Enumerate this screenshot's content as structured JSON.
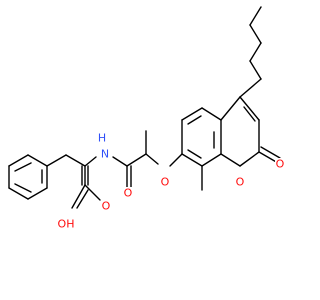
{
  "molecule": {
    "atoms": [
      {
        "id": "H_amide",
        "symbol": "H",
        "color": "#3050f8"
      },
      {
        "id": "N_amide",
        "symbol": "N",
        "color": "#3050f8"
      },
      {
        "id": "O_amide",
        "symbol": "O",
        "color": "#ff0d0d"
      },
      {
        "id": "O_ether",
        "symbol": "O",
        "color": "#ff0d0d"
      },
      {
        "id": "O_ring",
        "symbol": "O",
        "color": "#ff0d0d"
      },
      {
        "id": "O_lactone",
        "symbol": "O",
        "color": "#ff0d0d"
      },
      {
        "id": "O_acid_dbl",
        "symbol": "O",
        "color": "#ff0d0d"
      },
      {
        "id": "OH_acid",
        "symbol": "OH",
        "color": "#ff0d0d"
      }
    ],
    "bond_color": "#000000"
  }
}
